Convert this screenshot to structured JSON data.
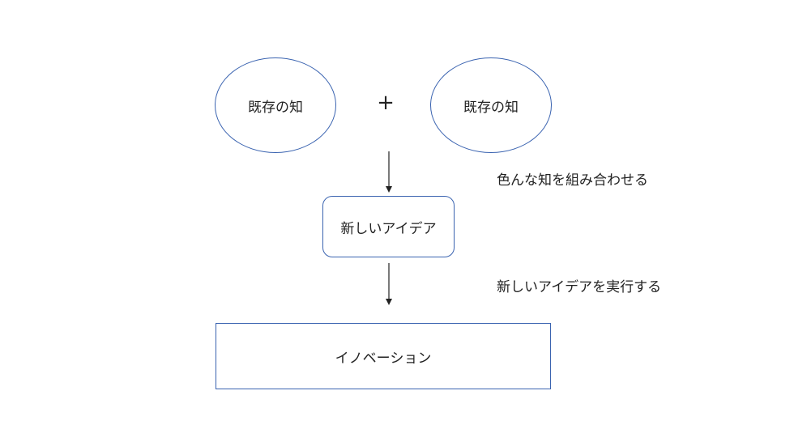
{
  "diagram": {
    "nodes": {
      "existing_knowledge_left": "既存の知",
      "existing_knowledge_right": "既存の知",
      "new_idea": "新しいアイデア",
      "innovation": "イノベーション"
    },
    "plus_symbol": "+",
    "annotations": {
      "combine": "色んな知を組み合わせる",
      "execute": "新しいアイデアを実行する"
    },
    "edges": [
      {
        "from": "existing_knowledge",
        "to": "new_idea",
        "label": "色んな知を組み合わせる"
      },
      {
        "from": "new_idea",
        "to": "innovation",
        "label": "新しいアイデアを実行する"
      }
    ],
    "colors": {
      "outline": "#3a63b0",
      "text": "#222222",
      "arrow": "#222222",
      "background": "#ffffff"
    }
  }
}
